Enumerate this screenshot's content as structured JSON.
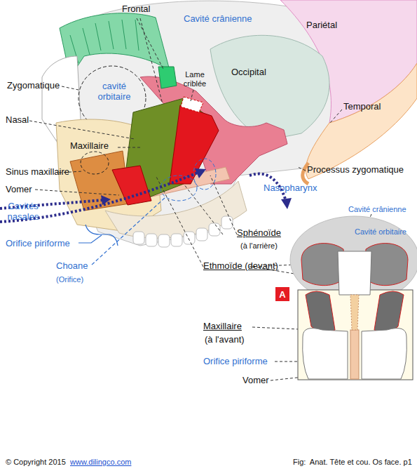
{
  "diagram": {
    "caption": "Fig:  Anat. Tête et cou. Os face. p1",
    "nodes": [
      {
        "text": [
          "A"
        ]
      }
    ],
    "edges": [],
    "labels": [
      "Frontal",
      "Cavité crânienne",
      "Pariétal",
      "Lame criblée",
      "Occipital",
      "Zygomatique",
      "cavité orbitaire",
      "Nasal",
      "Temporal",
      "Maxillaire",
      "Sinus maxillaire",
      "Processus zygomatique",
      "Vomer",
      "Nasopharynx",
      "Cavités nasales",
      "Orifice piriforme",
      "Cavité crânienne",
      "Cavité orbitaire",
      "Sphénoïde",
      "(à l'arrière)",
      "Choane",
      "(Orifice)",
      "Ethmoïde (devant)",
      "Maxillaire",
      "(à l'avant)",
      "Orifice piriforme",
      "Vomer",
      "© Copyright 2015",
      "www.dilingco.com"
    ]
  }
}
